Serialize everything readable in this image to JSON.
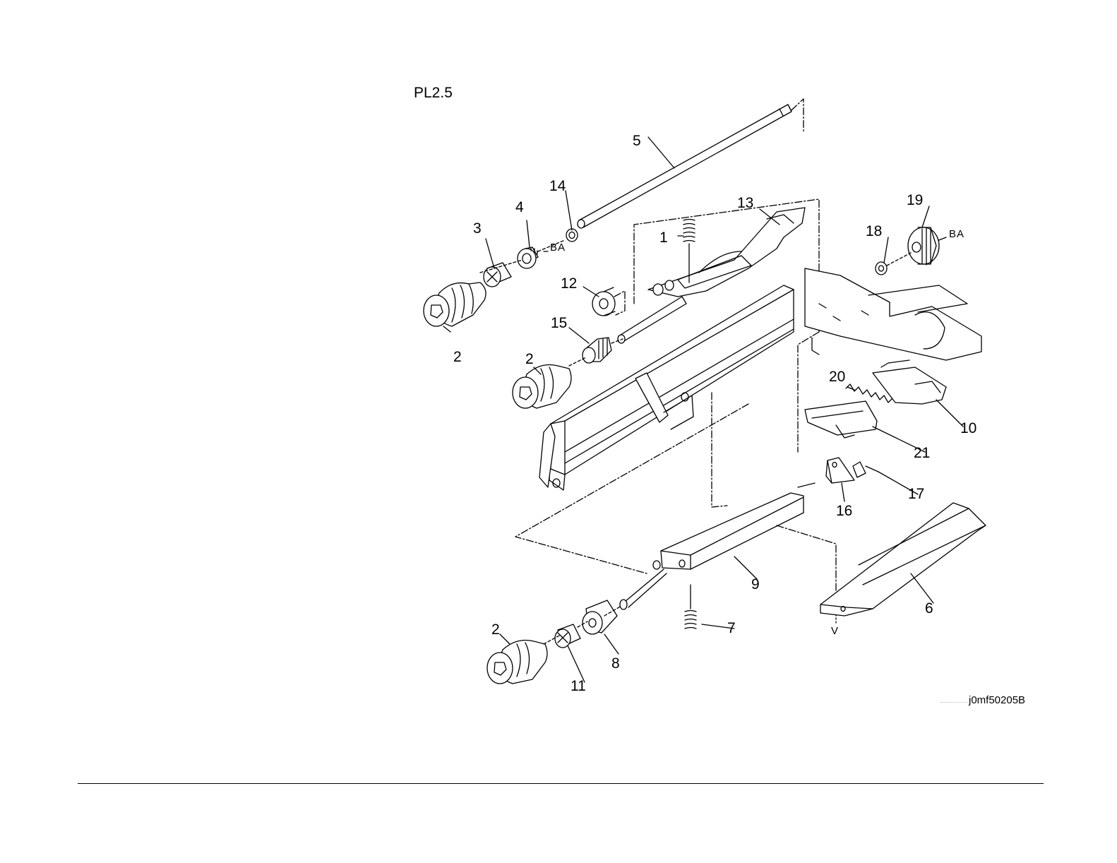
{
  "page": {
    "title": "PL2.5",
    "figure_id": "j0mf50205B"
  },
  "callouts": [
    {
      "label": "1"
    },
    {
      "label": "2"
    },
    {
      "label": "2"
    },
    {
      "label": "2"
    },
    {
      "label": "3"
    },
    {
      "label": "4"
    },
    {
      "label": "5"
    },
    {
      "label": "6"
    },
    {
      "label": "7"
    },
    {
      "label": "8"
    },
    {
      "label": "9"
    },
    {
      "label": "10"
    },
    {
      "label": "11"
    },
    {
      "label": "12"
    },
    {
      "label": "13"
    },
    {
      "label": "14"
    },
    {
      "label": "15"
    },
    {
      "label": "16"
    },
    {
      "label": "17"
    },
    {
      "label": "18"
    },
    {
      "label": "19"
    },
    {
      "label": "20"
    },
    {
      "label": "21"
    }
  ],
  "markers": [
    {
      "label": "BA"
    },
    {
      "label": "BA"
    },
    {
      "label": "V"
    }
  ]
}
